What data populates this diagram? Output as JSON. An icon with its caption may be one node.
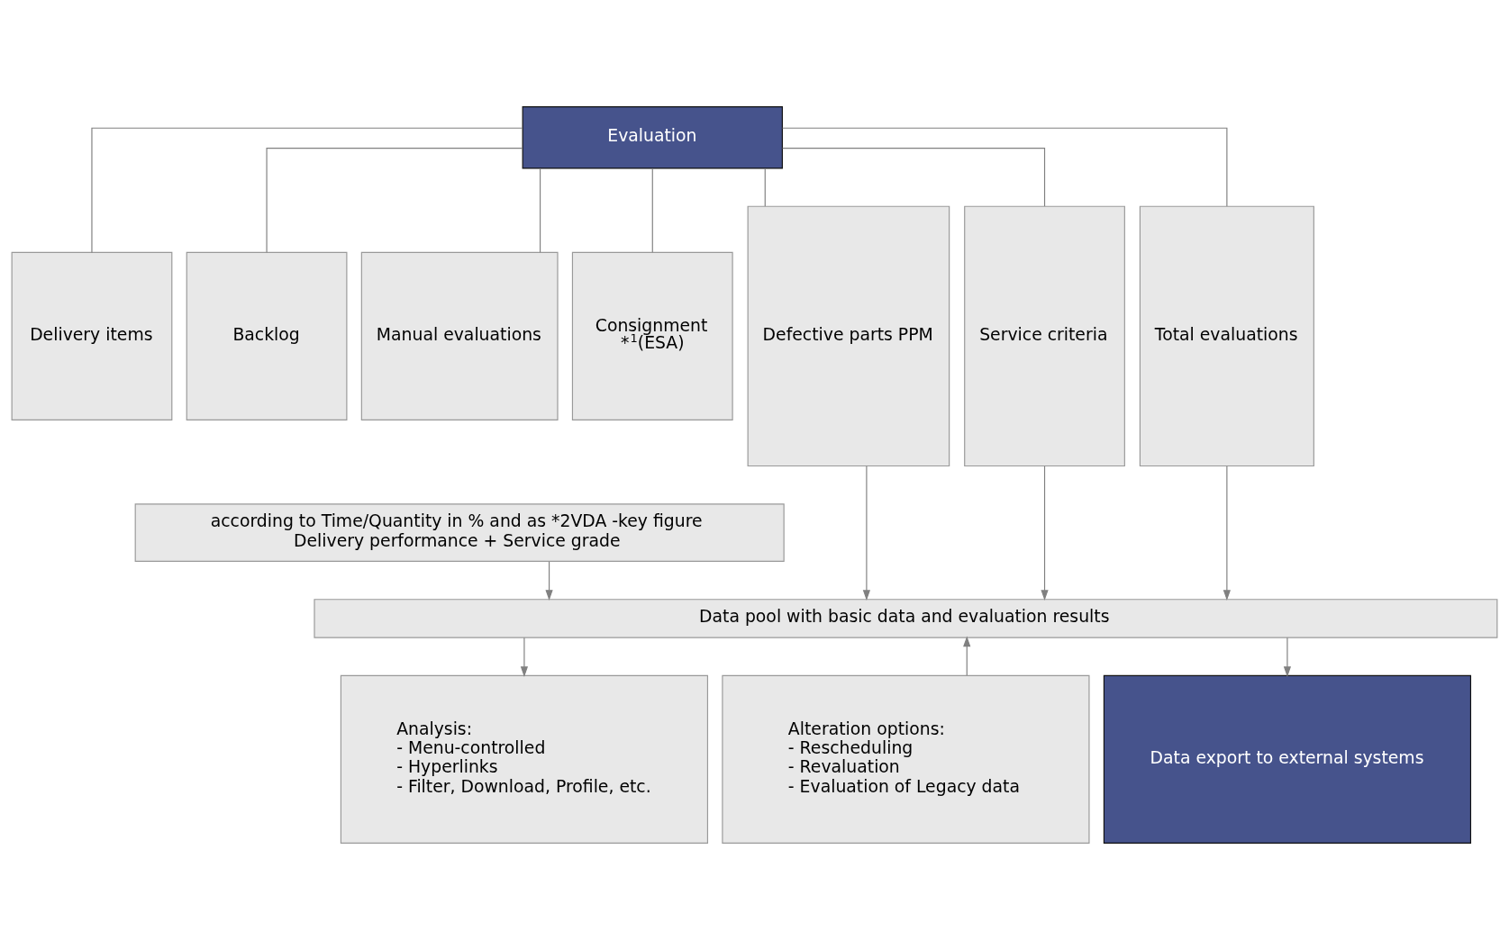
{
  "diagram": {
    "nodes": [
      {
        "text": [
          "Evaluation"
        ]
      },
      {
        "text": [
          "Delivery items"
        ]
      },
      {
        "text": [
          "Backlog"
        ]
      },
      {
        "text": [
          "Manual evaluations"
        ]
      },
      {
        "text": [
          "Consignment",
          "*$^{1}$(ESA)"
        ]
      },
      {
        "text": [
          "Defective parts PPM"
        ]
      },
      {
        "text": [
          "Service criteria"
        ]
      },
      {
        "text": [
          "Total evaluations"
        ]
      },
      {
        "text": [
          "according to Time/Quantity in % and as *2VDA -key figure",
          "Delivery performance + Service grade"
        ]
      },
      {
        "text": [
          "Data pool with basic data and evaluation results"
        ]
      },
      {
        "text": [
          "Analysis:",
          "- Menu-controlled",
          "- Hyperlinks",
          "- Filter, Download, Profile, etc."
        ]
      },
      {
        "text": [
          "Alteration options:",
          "- Rescheduling",
          "- Revaluation",
          "- Evaluation of Legacy data"
        ]
      },
      {
        "text": [
          "Data export to external systems"
        ]
      }
    ],
    "edges": [
      {
        "from": 0,
        "to": 1,
        "arrow": "none"
      },
      {
        "from": 0,
        "to": 2,
        "arrow": "none"
      },
      {
        "from": 0,
        "to": 3,
        "arrow": "none"
      },
      {
        "from": 0,
        "to": 4,
        "arrow": "none"
      },
      {
        "from": 0,
        "to": 5,
        "arrow": "none"
      },
      {
        "from": 0,
        "to": 6,
        "arrow": "none"
      },
      {
        "from": 0,
        "to": 7,
        "arrow": "none"
      },
      {
        "from": 8,
        "to": 9,
        "arrow": "to"
      },
      {
        "from": 5,
        "to": 9,
        "arrow": "to"
      },
      {
        "from": 6,
        "to": 9,
        "arrow": "to"
      },
      {
        "from": 7,
        "to": 9,
        "arrow": "to"
      },
      {
        "from": 9,
        "to": 10,
        "arrow": "to"
      },
      {
        "from": 11,
        "to": 9,
        "arrow": "to"
      },
      {
        "from": 9,
        "to": 12,
        "arrow": "to"
      }
    ]
  }
}
